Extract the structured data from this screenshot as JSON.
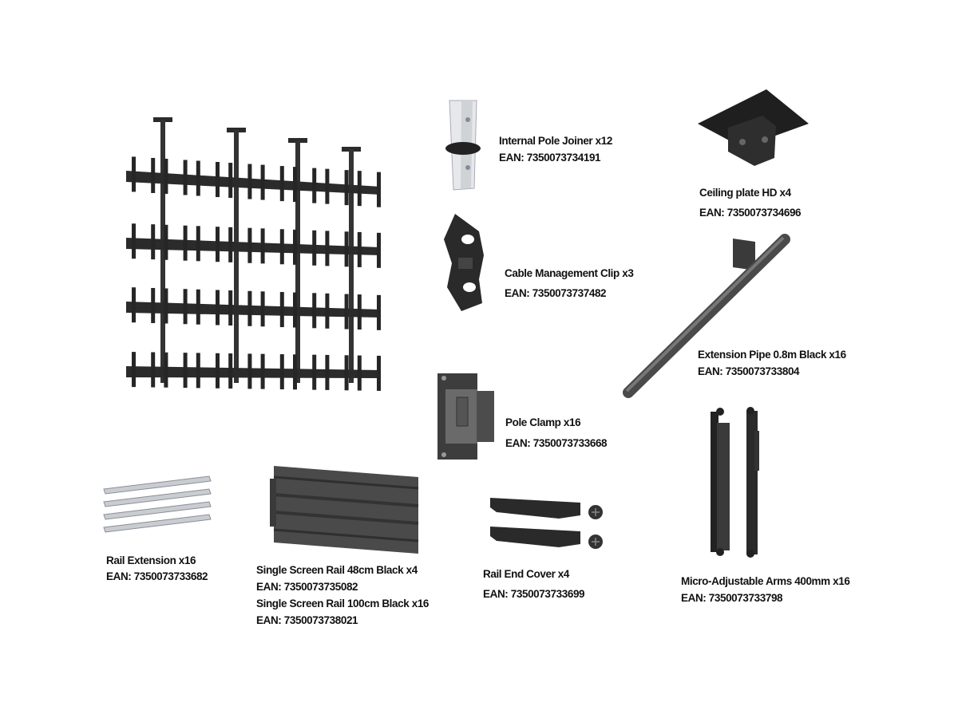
{
  "parts": [
    {
      "name": "Internal Pole Joiner x12",
      "ean": "EAN: 7350073734191"
    },
    {
      "name": "Ceiling plate HD x4",
      "ean": "EAN: 7350073734696"
    },
    {
      "name": "Cable Management Clip x3",
      "ean": "EAN: 7350073737482"
    },
    {
      "name": "Extension Pipe 0.8m Black x16",
      "ean": "EAN: 7350073733804"
    },
    {
      "name": "Pole Clamp x16",
      "ean": "EAN: 7350073733668"
    },
    {
      "name": "Rail Extension x16",
      "ean": "EAN: 7350073733682"
    },
    {
      "name": "Single Screen Rail 48cm Black x4",
      "ean": "EAN: 7350073735082"
    },
    {
      "name": "Single Screen Rail 100cm Black x16",
      "ean": "EAN: 7350073738021"
    },
    {
      "name": "Rail End Cover x4",
      "ean": "EAN: 7350073733699"
    },
    {
      "name": "Micro-Adjustable Arms 400mm x16",
      "ean": "EAN: 7350073733798"
    }
  ],
  "colors": {
    "metal_dark": "#2b2b2b",
    "metal_mid": "#555555",
    "silver": "#c9ccd0"
  }
}
